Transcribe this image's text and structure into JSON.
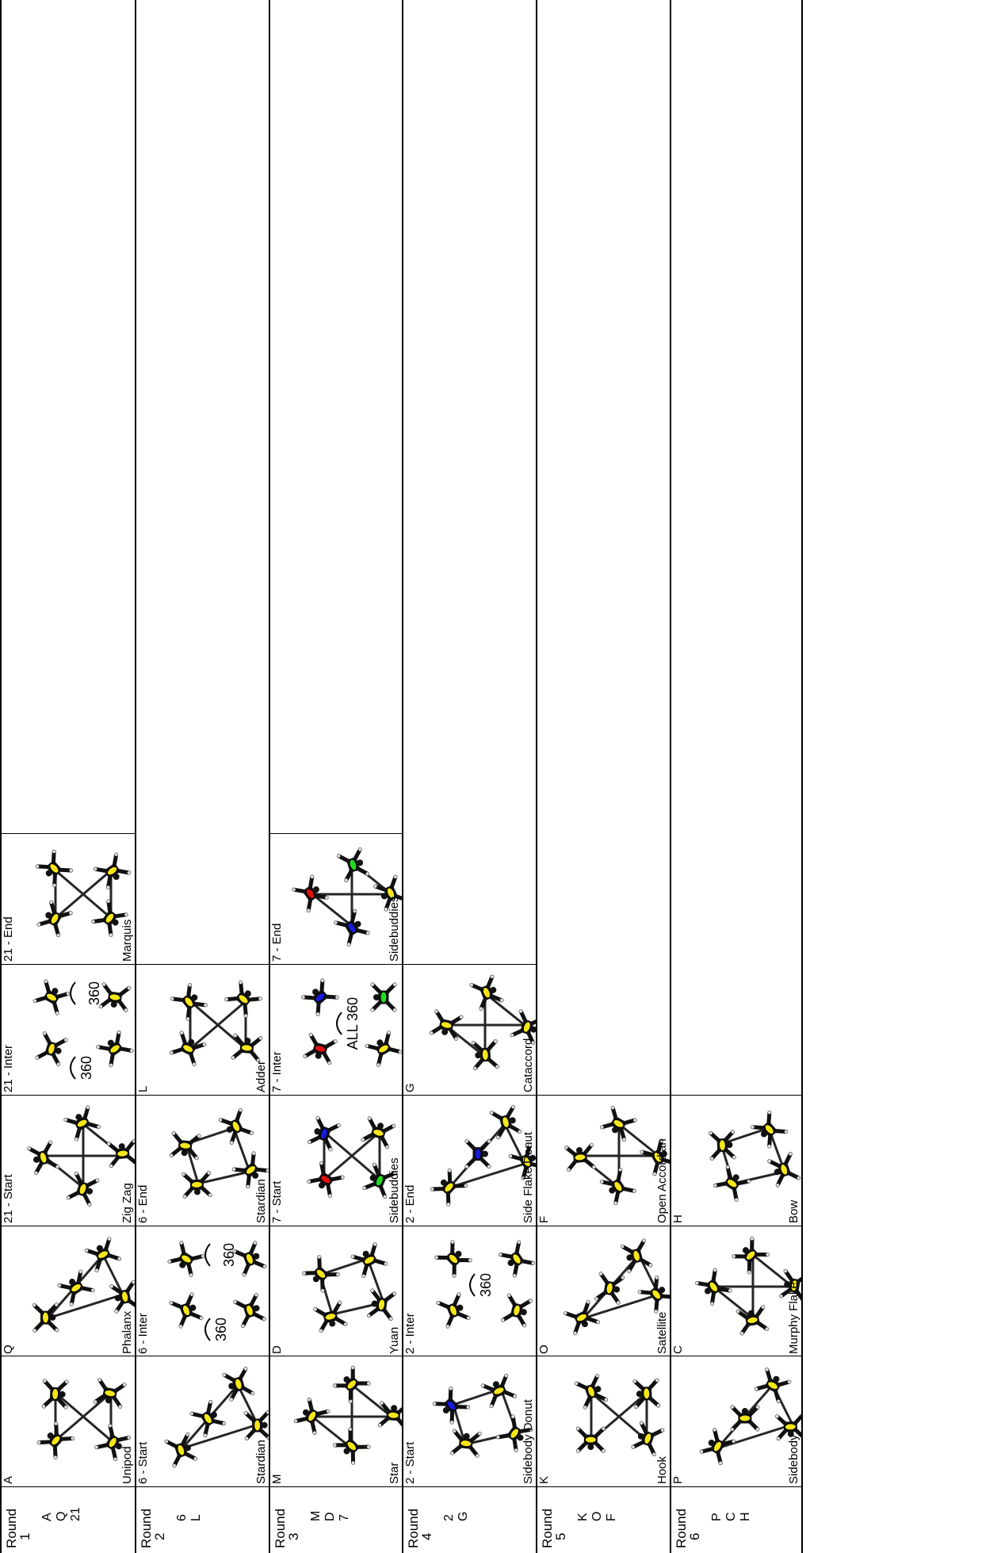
{
  "rounds": [
    {
      "title": "Round",
      "number": "1",
      "sequence": [
        "A",
        "Q",
        "21"
      ],
      "cells": [
        {
          "label": "A",
          "name": "Unipod",
          "kind": "formation"
        },
        {
          "label": "Q",
          "name": "Phalanx",
          "kind": "formation"
        },
        {
          "label": "21 - Start",
          "name": "Zig Zag",
          "kind": "formation"
        },
        {
          "label": "21 - Inter",
          "name": "",
          "kind": "inter",
          "annotations": [
            "360",
            "360"
          ]
        },
        {
          "label": "21 - End",
          "name": "Marquis",
          "kind": "formation"
        }
      ]
    },
    {
      "title": "Round",
      "number": "2",
      "sequence": [
        "6",
        "L"
      ],
      "cells": [
        {
          "label": "6 - Start",
          "name": "Stardian",
          "kind": "formation"
        },
        {
          "label": "6 - Inter",
          "name": "",
          "kind": "inter",
          "annotations": [
            "360",
            "360"
          ]
        },
        {
          "label": "6 - End",
          "name": "Stardian",
          "kind": "formation"
        },
        {
          "label": "L",
          "name": "Adder",
          "kind": "formation"
        }
      ]
    },
    {
      "title": "Round",
      "number": "3",
      "sequence": [
        "M",
        "D",
        "7"
      ],
      "cells": [
        {
          "label": "M",
          "name": "Star",
          "kind": "formation"
        },
        {
          "label": "D",
          "name": "Yuan",
          "kind": "formation"
        },
        {
          "label": "7 - Start",
          "name": "Sidebuddies",
          "kind": "formation"
        },
        {
          "label": "7 - Inter",
          "name": "",
          "kind": "inter",
          "annotations": [
            "ALL 360"
          ]
        },
        {
          "label": "7 - End",
          "name": "Sidebuddies",
          "kind": "formation"
        }
      ]
    },
    {
      "title": "Round",
      "number": "4",
      "sequence": [
        "2",
        "G"
      ],
      "cells": [
        {
          "label": "2 - Start",
          "name": "Sidebody Donut",
          "kind": "formation"
        },
        {
          "label": "2 - Inter",
          "name": "",
          "kind": "inter",
          "annotations": [
            "360"
          ]
        },
        {
          "label": "2 - End",
          "name": "Side Flake Donut",
          "kind": "formation"
        },
        {
          "label": "G",
          "name": "Cataccord",
          "kind": "formation"
        }
      ]
    },
    {
      "title": "Round",
      "number": "5",
      "sequence": [
        "K",
        "O",
        "F"
      ],
      "cells": [
        {
          "label": "K",
          "name": "Hook",
          "kind": "formation"
        },
        {
          "label": "O",
          "name": "Satellite",
          "kind": "formation"
        },
        {
          "label": "F",
          "name": "Open Accordian",
          "kind": "formation"
        }
      ]
    },
    {
      "title": "Round",
      "number": "6",
      "sequence": [
        "P",
        "C",
        "H"
      ],
      "cells": [
        {
          "label": "P",
          "name": "Sidebody",
          "kind": "formation"
        },
        {
          "label": "C",
          "name": "Murphy Flake",
          "kind": "formation"
        },
        {
          "label": "H",
          "name": "Bow",
          "kind": "formation"
        }
      ]
    }
  ],
  "colors": {
    "jumper_body": "#111111",
    "grip": "#f5e61a",
    "highlight_red": "#e01010",
    "highlight_blue": "#1a1ad8",
    "highlight_green": "#22dd22",
    "grid": "#000000"
  }
}
